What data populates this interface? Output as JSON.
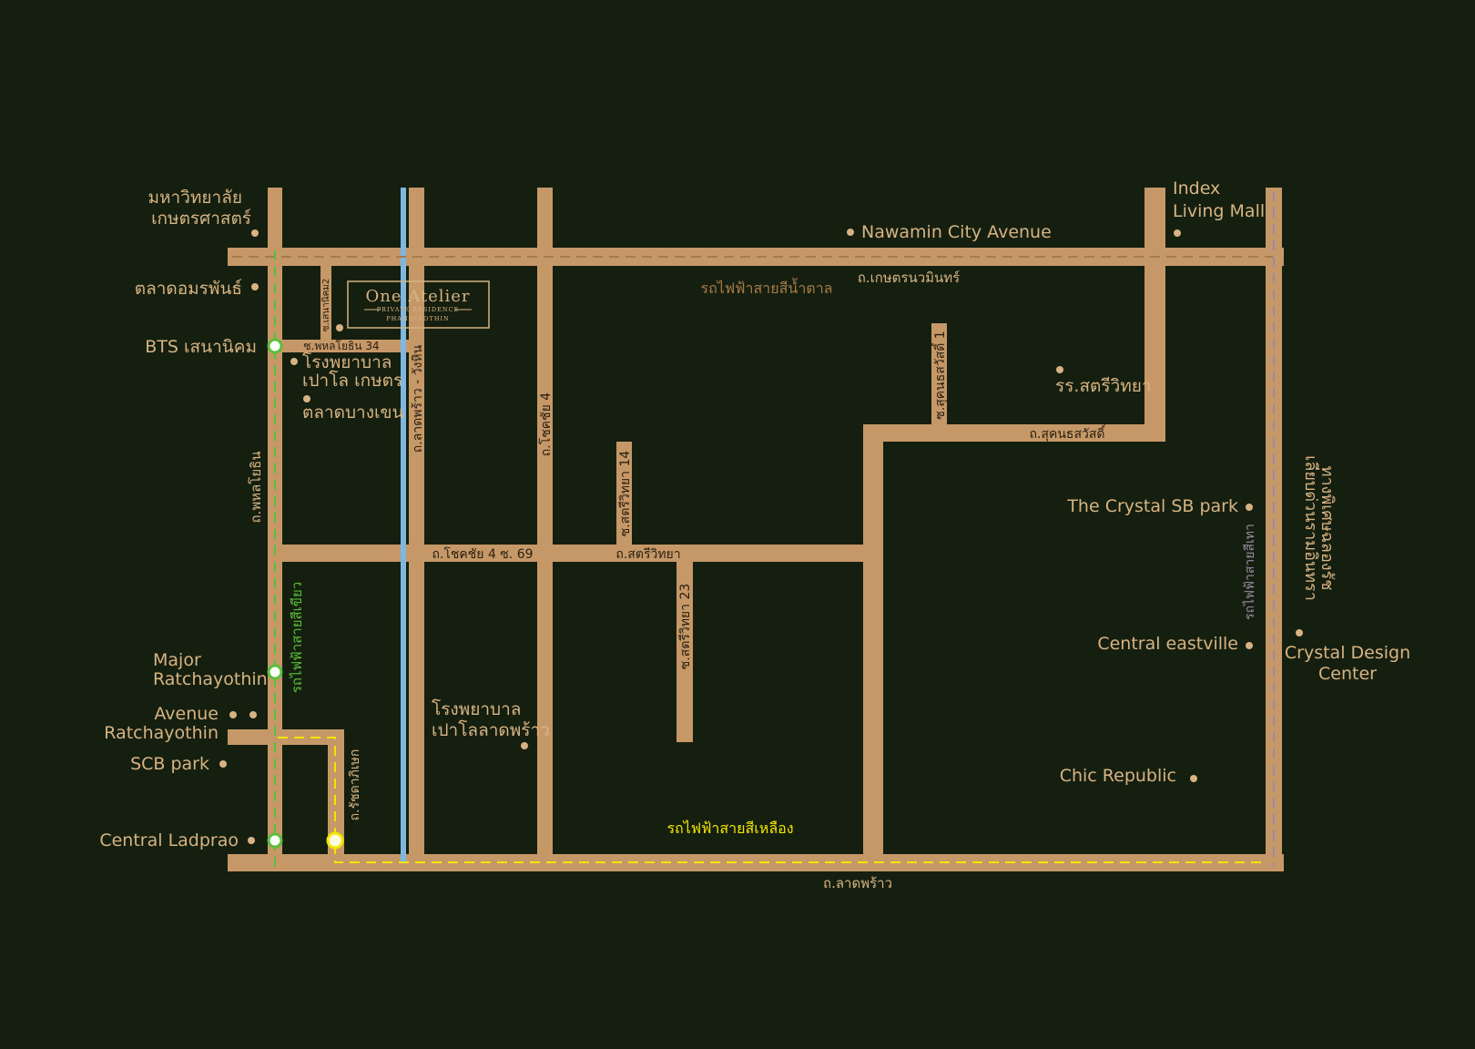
{
  "colors": {
    "background": "#151f0f",
    "road": "#c69868",
    "label": "#d7b383",
    "road_label": "#2a2010",
    "green_line": "#5bbf3a",
    "yellow_line": "#f2e600",
    "brown_line": "#a97a4a",
    "pink_line": "#9a8aa6",
    "canal": "#7fb7e0"
  },
  "logo": {
    "title": "One Atelier",
    "sub1": "PRIVATE RESIDENCE",
    "sub2": "PHAHOLYOTHIN"
  },
  "roads": {
    "kaset_nawamin": "ถ.เกษตรนวมินทร์",
    "ladprao": "ถ.ลาดพร้าว",
    "phahonyothin": "ถ.พหลโยธิน",
    "ladprao_wanghin": "ถ.ลาดพร้าว - วังหิน",
    "chokchai4": "ถ.โชคชัย 4",
    "chokchai4_soi69": "ถ.โชคชัย 4 ซ. 69",
    "satri_witthaya": "ถ.สตรีวิทยา",
    "soi_satri14": "ซ.สตรีวิทยา 14",
    "soi_satri23": "ซ.สตรีวิทยา 23",
    "sukhonthasawat": "ถ.สุคนธสวัสดิ์",
    "soi_sukhon1": "ซ.สุคนธสวัสดิ์ 1",
    "ratchadaphisek": "ถ.รัชดาภิเษก",
    "soi_phahon34": "ซ.พหลโยธิน 34",
    "soi_senanikhom2": "ซ.เสนานิคม2"
  },
  "transit": {
    "brown_line": "รถไฟฟ้าสายสีน้ำตาล",
    "green_line": "รถไฟฟ้าสายสีเขียว",
    "yellow_line": "รถไฟฟ้าสายสีเหลือง",
    "pink_line": "รถไฟฟ้าสายสีเทา",
    "expressway_l1": "เลียบด่วนรามอินทรา",
    "expressway_l2": "ทางพิเศษฉลองรัช"
  },
  "places": {
    "kasetsart_l1": "มหาวิทยาลัย",
    "kasetsart_l2": "เกษตรศาสตร์",
    "talad_or": "ตลาดอมรพันธ์",
    "bts_senanikhom": "BTS เสนานิคม",
    "paolo_kaset_l1": "โรงพยาบาล",
    "paolo_kaset_l2": "เปาโล เกษตร",
    "talad_bangkhen": "ตลาดบางเขน",
    "major_l1": "Major",
    "major_l2": "Ratchayothin",
    "avenue_l1": "Avenue",
    "avenue_l2": "Ratchayothin",
    "scb_park": "SCB park",
    "central_ladprao": "Central Ladprao",
    "paolo_ladprao_l1": "โรงพยาบาล",
    "paolo_ladprao_l2": "เปาโลลาดพร้าว",
    "nawamin_city": "Nawamin City Avenue",
    "index_l1": "Index",
    "index_l2": "Living Mall",
    "satri_school": "รร.สตรีวิทยา",
    "crystal_sb": "The Crystal SB park",
    "central_eastville": "Central eastville",
    "crystal_design_l1": "Crystal Design",
    "crystal_design_l2": "Center",
    "chic_republic": "Chic Republic"
  }
}
